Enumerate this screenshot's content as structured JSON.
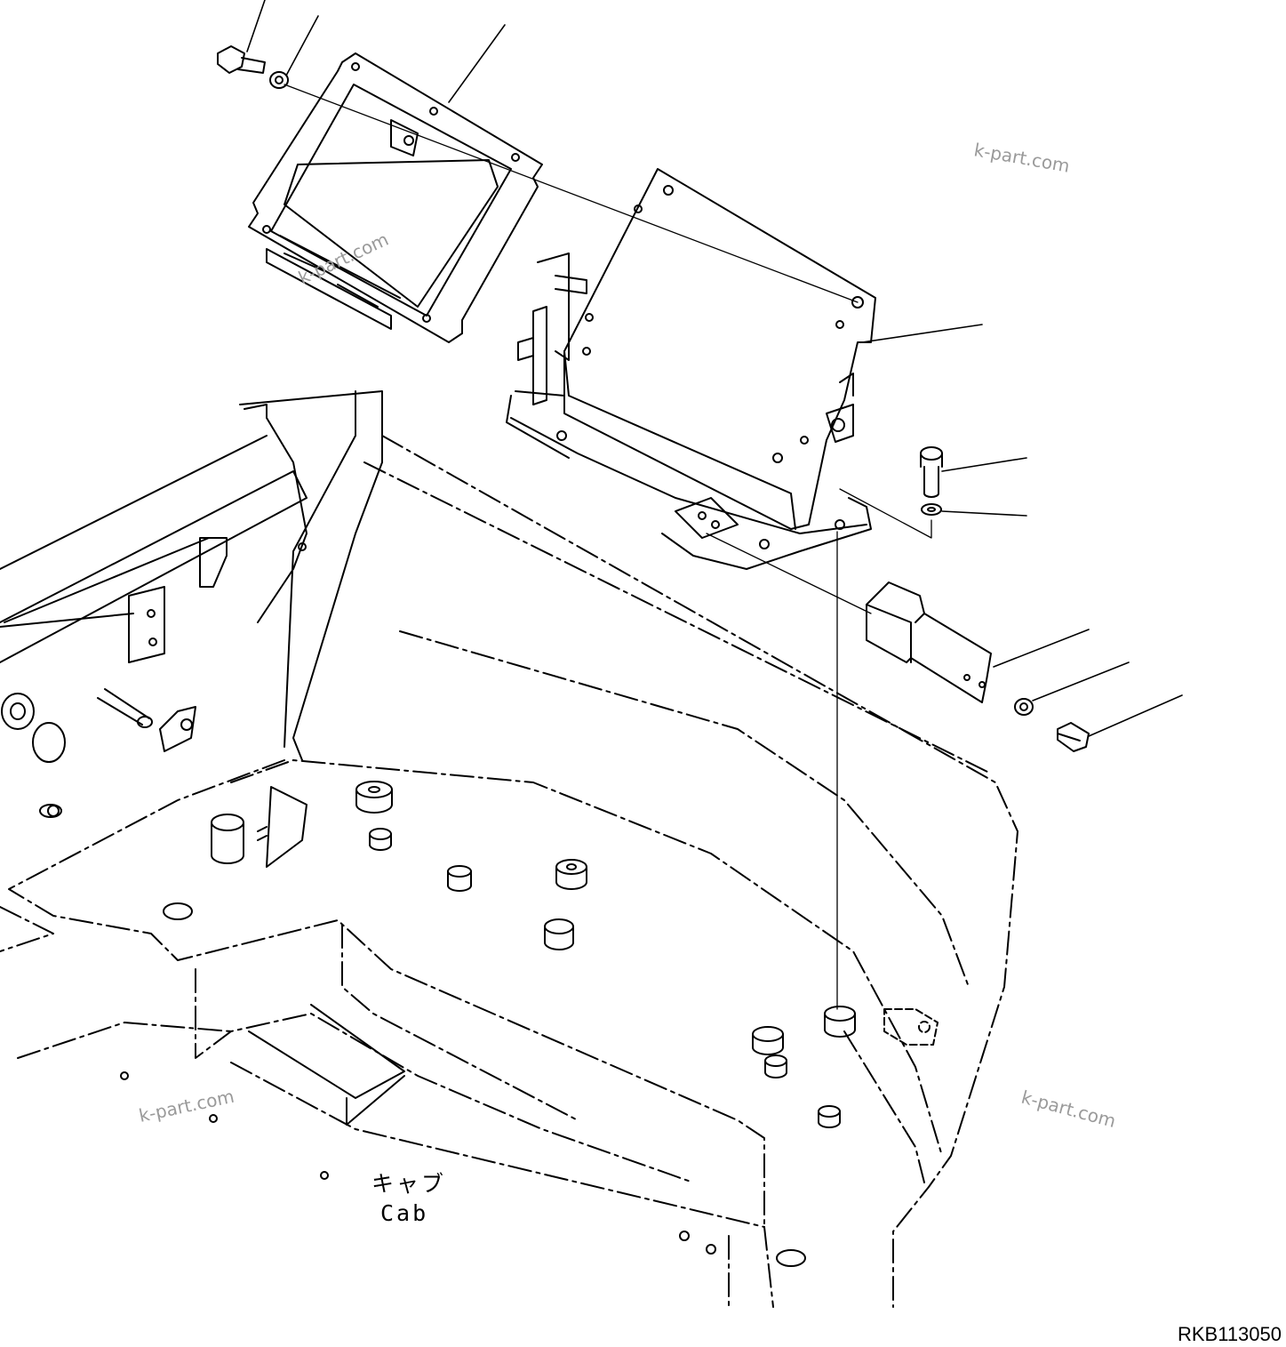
{
  "figure_code": "RKB113050",
  "cab_label_jp": "キャブ",
  "cab_label_en": "Cab",
  "watermarks": [
    "k-part.com",
    "k-part.com",
    "k-part.com",
    "k-part.com"
  ],
  "parts": [
    {
      "name": "bolt"
    },
    {
      "name": "washer"
    },
    {
      "name": "controller"
    },
    {
      "name": "bracket"
    },
    {
      "name": "bolt"
    },
    {
      "name": "washer"
    },
    {
      "name": "clamp"
    },
    {
      "name": "washer"
    },
    {
      "name": "bolt"
    }
  ]
}
